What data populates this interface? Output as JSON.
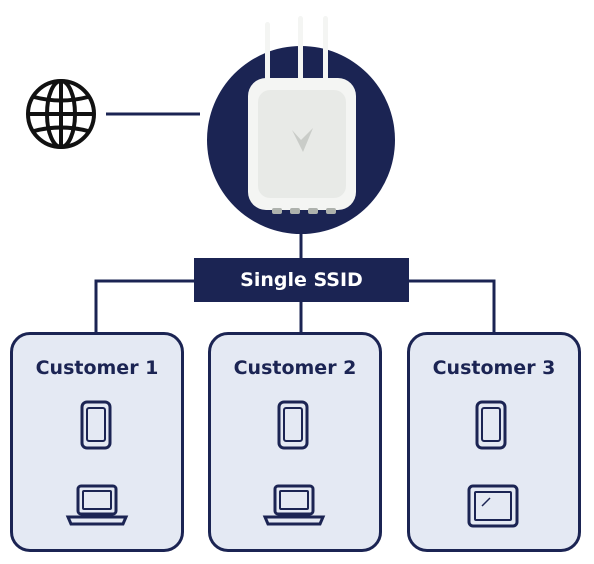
{
  "ssid": {
    "label": "Single SSID"
  },
  "customers": [
    {
      "label": "Customer 1",
      "devices": [
        "phone-icon",
        "laptop-icon"
      ]
    },
    {
      "label": "Customer 2",
      "devices": [
        "phone-icon",
        "laptop-icon"
      ]
    },
    {
      "label": "Customer 3",
      "devices": [
        "phone-icon",
        "tablet-icon"
      ]
    }
  ],
  "colors": {
    "navy": "#1b2453",
    "card_fill": "#e4e9f3",
    "device_white": "#f4f5f3"
  },
  "icons": {
    "internet": "globe-icon",
    "access_point": "wireless-access-point"
  }
}
